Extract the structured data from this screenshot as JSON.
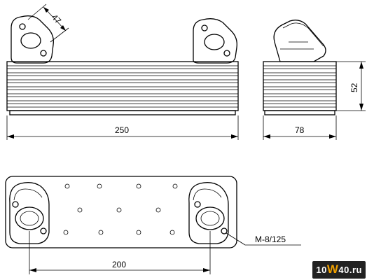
{
  "dimensions": {
    "flange_spacing": "47",
    "overall_length": "250",
    "depth": "78",
    "height": "52",
    "bolt_spacing": "200",
    "thread_callout": "M-8/125"
  },
  "logo": {
    "prefix": "10",
    "big": "W",
    "suffix": "40.ru"
  }
}
